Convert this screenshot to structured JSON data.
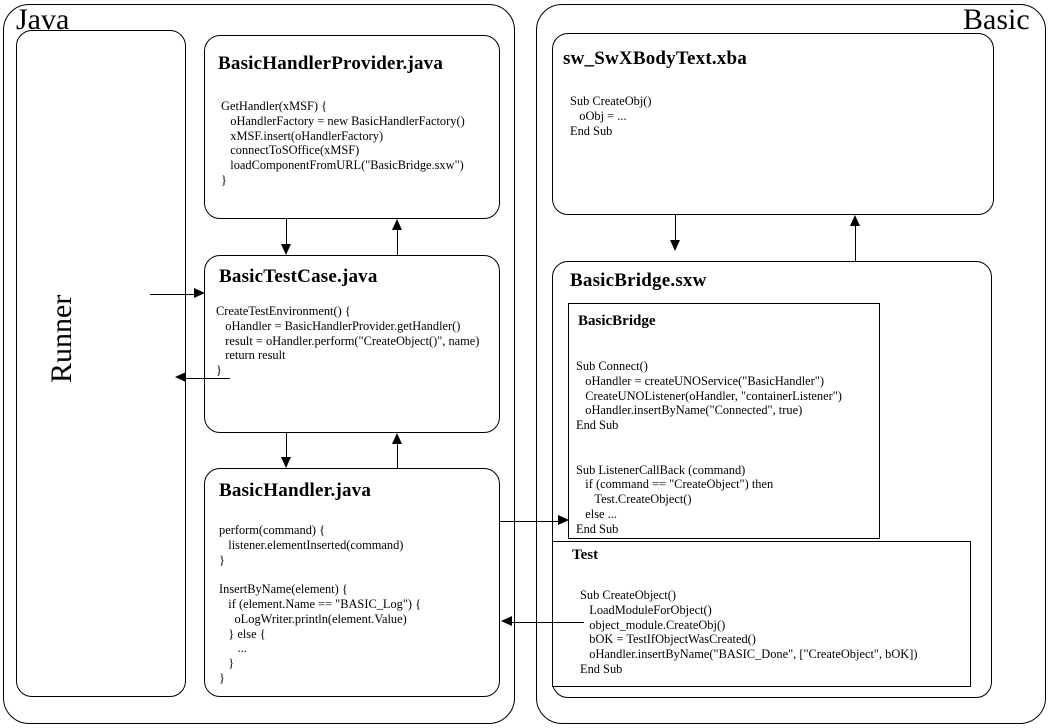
{
  "diagram": {
    "title": "Java/Basic BasicBridge architecture diagram",
    "panels": {
      "java": {
        "label": "Java"
      },
      "basic": {
        "label": "Basic"
      }
    },
    "runner": {
      "label": "Runner"
    },
    "boxes": {
      "basic_handler_provider": {
        "title": "BasicHandlerProvider.java",
        "code": "GetHandler(xMSF) {\n   oHandlerFactory = new BasicHandlerFactory()\n   xMSF.insert(oHandlerFactory)\n   connectToSOffice(xMSF)\n   loadComponentFromURL(\"BasicBridge.sxw\")\n}"
      },
      "basic_test_case": {
        "title": "BasicTestCase.java",
        "code": "CreateTestEnvironment() {\n   oHandler = BasicHandlerProvider.getHandler()\n   result = oHandler.perform(\"CreateObject()\", name)\n   return result\n}"
      },
      "basic_handler": {
        "title": "BasicHandler.java",
        "code": "perform(command) {\n   listener.elementInserted(command)\n}\n\nInsertByName(element) {\n   if (element.Name == \"BASIC_Log\") {\n     oLogWriter.println(element.Value)\n   } else {\n      ...\n   }\n}"
      },
      "sw_swxbodytext": {
        "title": "sw_SwXBodyText.xba",
        "code": "Sub CreateObj()\n   oObj = ...\nEnd Sub"
      },
      "basic_bridge_sxw": {
        "title": "BasicBridge.sxw"
      },
      "basic_bridge_module": {
        "title": "BasicBridge",
        "code": "Sub Connect()\n   oHandler = createUNOService(\"BasicHandler\")\n   CreateUNOListener(oHandler, \"containerListener\")\n   oHandler.insertByName(\"Connected\", true)\nEnd Sub\n\n\nSub ListenerCallBack (command)\n   if (command == \"CreateObject\") then\n      Test.CreateObject()\n   else ...\nEnd Sub"
      },
      "test_module": {
        "title": "Test",
        "code": "Sub CreateObject()\n   LoadModuleForObject()\n   object_module.CreateObj()\n   bOK = TestIfObjectWasCreated()\n   oHandler.insertByName(\"BASIC_Done\", [\"CreateObject\", bOK])\nEnd Sub"
      }
    },
    "colors": {
      "stroke": "#000000",
      "background": "#ffffff"
    }
  }
}
